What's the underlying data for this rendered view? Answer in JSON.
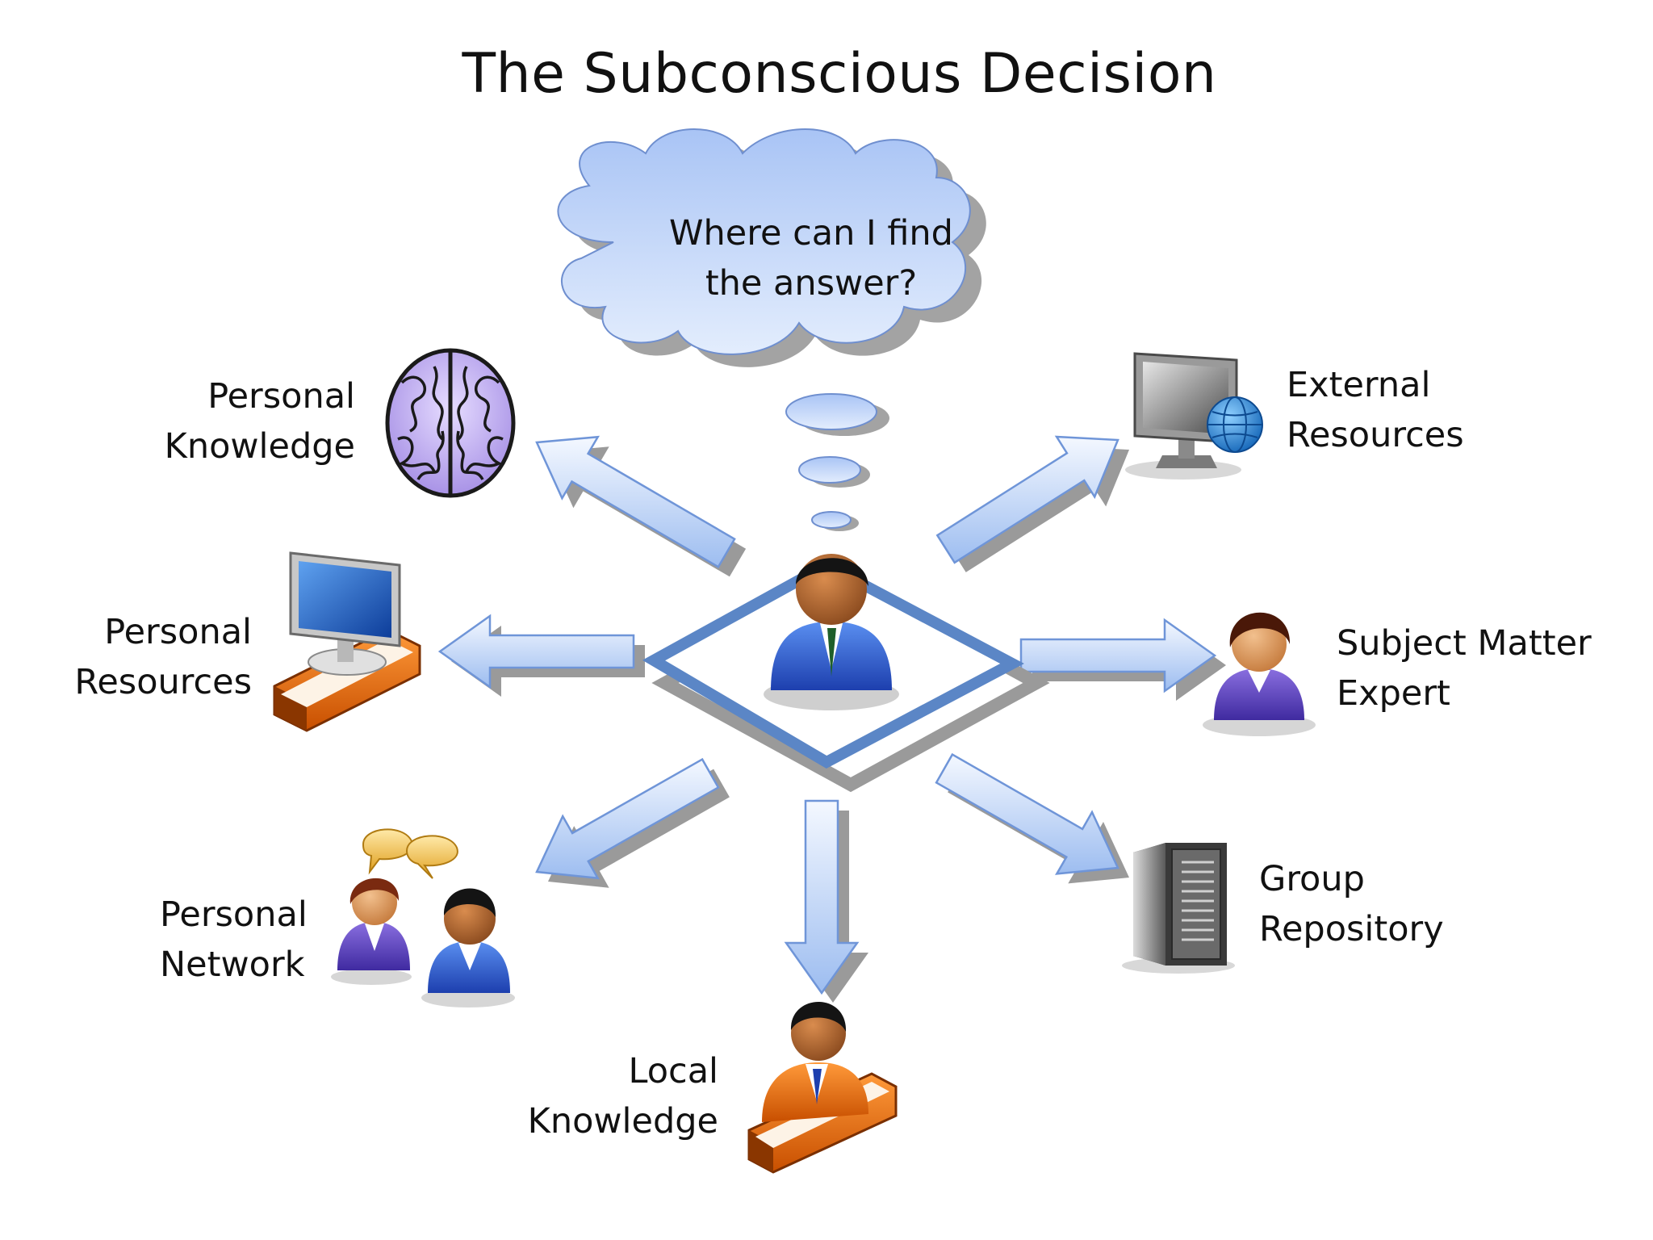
{
  "title": "The Subconscious Decision",
  "question": {
    "line1": "Where can I find",
    "line2": "the answer?"
  },
  "sources": {
    "personal_knowledge": {
      "line1": "Personal",
      "line2": "Knowledge",
      "icon": "brain-icon"
    },
    "personal_resources": {
      "line1": "Personal",
      "line2": "Resources",
      "icon": "computer-book-icon"
    },
    "personal_network": {
      "line1": "Personal",
      "line2": "Network",
      "icon": "people-chat-icon"
    },
    "local_knowledge": {
      "line1": "Local",
      "line2": "Knowledge",
      "icon": "person-book-icon"
    },
    "group_repository": {
      "line1": "Group",
      "line2": "Repository",
      "icon": "server-icon"
    },
    "subject_matter_expert": {
      "line1": "Subject Matter",
      "line2": "Expert",
      "icon": "expert-person-icon"
    },
    "external_resources": {
      "line1": "External",
      "line2": "Resources",
      "icon": "computer-globe-icon"
    }
  },
  "colors": {
    "arrow_fill_top": "#eaf1fd",
    "arrow_fill_bottom": "#9dbdf0",
    "arrow_stroke": "#6f95d8",
    "diamond": "#5b86c6",
    "cloud": "#b8cff8",
    "shadow": "#9a9a9a"
  }
}
